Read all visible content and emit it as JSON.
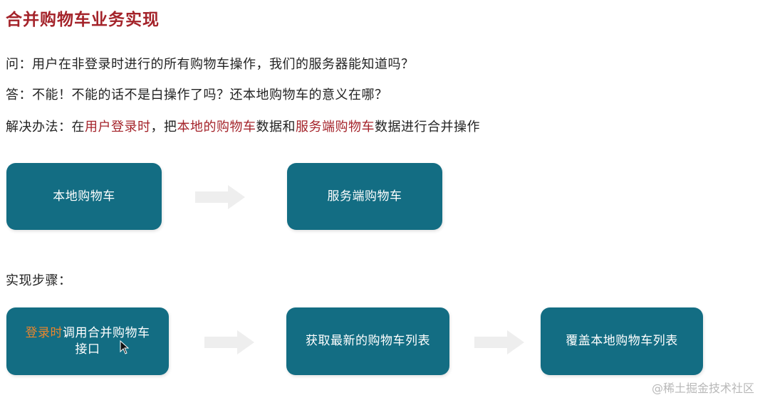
{
  "title": "合并购物车业务实现",
  "question": {
    "text": "问：用户在非登录时进行的所有购物车操作，我们的服务器能知道吗？"
  },
  "answer": {
    "text": "答：不能！不能的话不是白操作了吗？还本地购物车的意义在哪？"
  },
  "solution": {
    "prefix": "解决办法：在",
    "hl1": "用户登录时",
    "mid1": "，把",
    "hl2": "本地的购物车",
    "mid2": "数据和",
    "hl3": "服务端购物车",
    "suffix": "数据进行合并操作"
  },
  "flow1": {
    "box1": "本地购物车",
    "box2": "服务端购物车"
  },
  "steps_label": "实现步骤：",
  "flow2": {
    "box1_highlight": "登录时",
    "box1_line1_rest": "调用合并购物车",
    "box1_line2": "接口",
    "box2": "获取最新的购物车列表",
    "box3": "覆盖本地购物车列表"
  },
  "watermark": "@稀土掘金技术社区",
  "colors": {
    "title_red": "#a4232a",
    "highlight_red": "#a4232a",
    "box_teal": "#136d83",
    "box_text": "#ffffff",
    "orange_highlight": "#e8862e",
    "arrow_gray": "#eeeeee"
  },
  "icons": [
    "right-arrow-icon",
    "mouse-cursor-icon"
  ]
}
